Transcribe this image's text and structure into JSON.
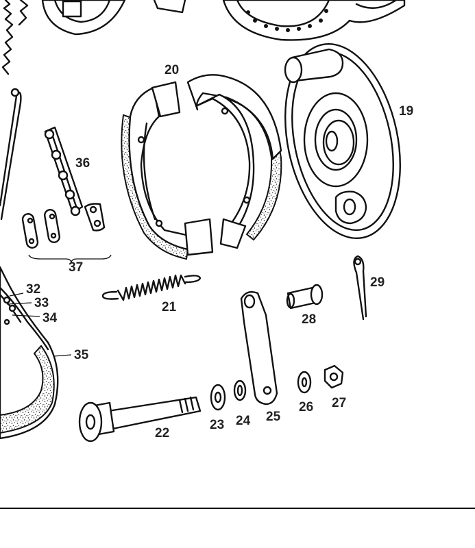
{
  "colors": {
    "ink": "#111111",
    "paper": "#ffffff"
  },
  "parts": [
    {
      "key": "p19",
      "label": "19"
    },
    {
      "key": "p20",
      "label": "20"
    },
    {
      "key": "p21",
      "label": "21"
    },
    {
      "key": "p22",
      "label": "22"
    },
    {
      "key": "p23",
      "label": "23"
    },
    {
      "key": "p24",
      "label": "24"
    },
    {
      "key": "p25",
      "label": "25"
    },
    {
      "key": "p26",
      "label": "26"
    },
    {
      "key": "p27",
      "label": "27"
    },
    {
      "key": "p28",
      "label": "28"
    },
    {
      "key": "p29",
      "label": "29"
    },
    {
      "key": "p32",
      "label": "32"
    },
    {
      "key": "p33",
      "label": "33"
    },
    {
      "key": "p34",
      "label": "34"
    },
    {
      "key": "p35",
      "label": "35"
    },
    {
      "key": "p36",
      "label": "36"
    },
    {
      "key": "p37",
      "label": "37"
    }
  ]
}
